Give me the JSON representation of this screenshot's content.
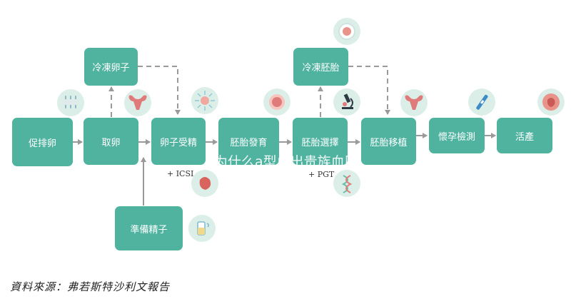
{
  "steps": {
    "ovulation_induction": "促排卵",
    "egg_retrieval": "取卵",
    "egg_freezing": "冷凍卵子",
    "fertilization": "卵子受精",
    "sperm_preparation": "準備精子",
    "embryo_development": "胚胎發育",
    "embryo_selection": "胚胎選擇",
    "embryo_freezing": "冷凍胚胎",
    "embryo_transfer": "胚胎移植",
    "pregnancy_test": "懷孕檢測",
    "birth": "活產"
  },
  "notes": {
    "icsi": "+ ICSI",
    "pgt": "+ PGT"
  },
  "watermark": "为什么a型血出贵族血压",
  "source": "資料來源：弗若斯特沙利文報告",
  "colors": {
    "box": "#4fb3a0",
    "icon_bg": "#dbeee8",
    "arrow": "#9a9a9a",
    "organ": "#e07b7b",
    "cell": "#f0a8a0"
  },
  "icons": [
    "syringes-icon",
    "uterus-icon",
    "sperm-burst-icon",
    "egg-cell-icon",
    "frozen-egg-icon",
    "microscope-icon",
    "dna-icon",
    "uterus-icon",
    "pregnancy-test-icon",
    "fetus-icon",
    "embryo-icon",
    "sperm-sample-icon"
  ]
}
